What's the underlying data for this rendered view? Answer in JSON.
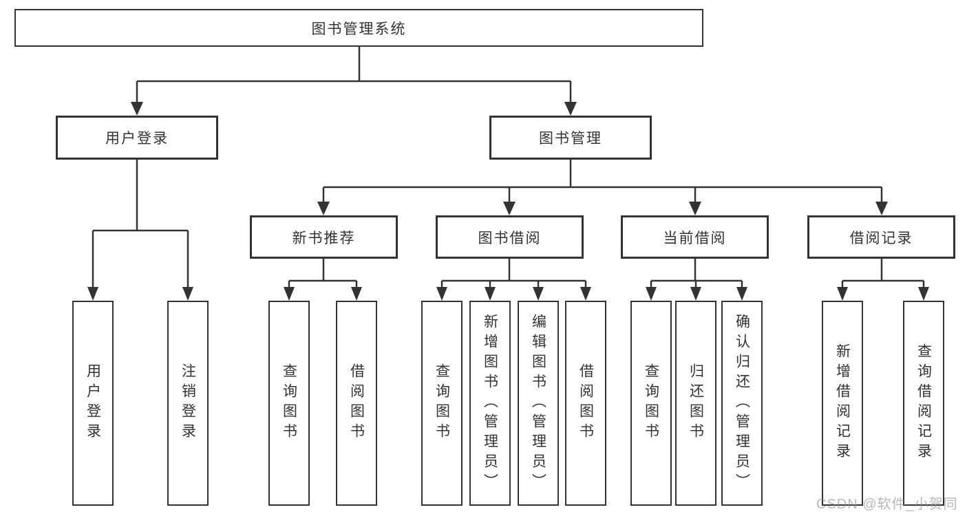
{
  "tree": {
    "root": {
      "label": "图书管理系统"
    },
    "branches": [
      {
        "label": "用户登录",
        "leaves": [
          "用户登录",
          "注销登录"
        ]
      },
      {
        "label": "图书管理",
        "groups": [
          {
            "label": "新书推荐",
            "leaves": [
              "查询图书",
              "借阅图书"
            ]
          },
          {
            "label": "图书借阅",
            "leaves": [
              "查询图书",
              "新增图书（管理员）",
              "编辑图书（管理员）",
              "借阅图书"
            ]
          },
          {
            "label": "当前借阅",
            "leaves": [
              "查询图书",
              "归还图书",
              "确认归还（管理员）"
            ]
          },
          {
            "label": "借阅记录",
            "leaves": [
              "新增借阅记录",
              "查询借阅记录"
            ]
          }
        ]
      }
    ]
  },
  "watermark": "CSDN @软件_小贺同学",
  "colors": {
    "line": "#333333",
    "text": "#333333",
    "background": "#ffffff",
    "watermark": "#8c8c8c"
  }
}
